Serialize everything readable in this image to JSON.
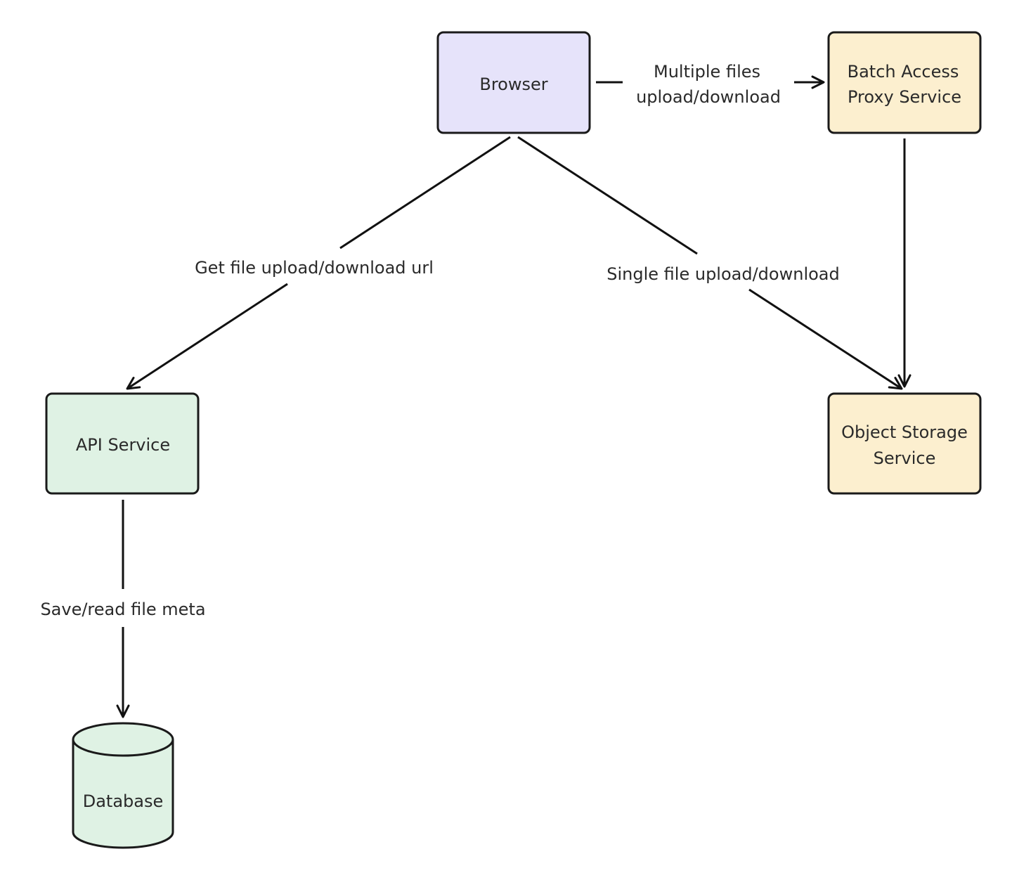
{
  "colors": {
    "browser_fill": "#E6E3FA",
    "service_fill": "#DFF2E4",
    "storage_fill": "#FCEFCF",
    "stroke": "#1A1A1A",
    "background": "#FFFFFF"
  },
  "nodes": {
    "browser": {
      "label": "Browser"
    },
    "batch_proxy": {
      "line1": "Batch Access",
      "line2": "Proxy Service"
    },
    "api_service": {
      "label": "API Service"
    },
    "object_storage": {
      "line1": "Object Storage",
      "line2": "Service"
    },
    "database": {
      "label": "Database"
    }
  },
  "edges": {
    "browser_to_batch": {
      "line1": "Multiple files",
      "line2": "upload/download"
    },
    "browser_to_api": {
      "label": "Get file upload/download url"
    },
    "browser_to_storage": {
      "label": "Single file upload/download"
    },
    "batch_to_storage": {
      "label": ""
    },
    "api_to_database": {
      "label": "Save/read file meta"
    }
  }
}
